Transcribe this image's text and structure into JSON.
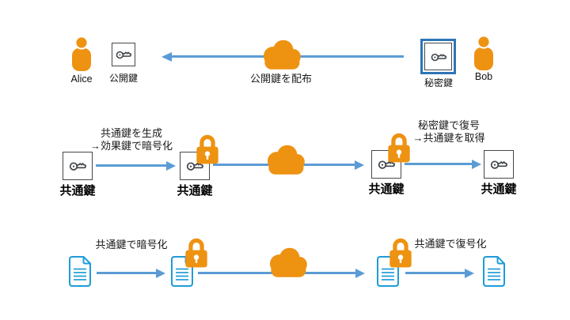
{
  "colors": {
    "orange": "#EE9211",
    "arrow_blue": "#5B9BD5",
    "document_blue": "#1F9CD8",
    "box_border": "#43484d",
    "highlight_border": "#2E75B6",
    "text": "#1a1a1a"
  },
  "row1": {
    "alice_label": "Alice",
    "public_key_label": "公開鍵",
    "cloud_caption": "公開鍵を配布",
    "private_key_label": "秘密鍵",
    "bob_label": "Bob"
  },
  "row2": {
    "key1_label": "共通鍵",
    "arrow_left_caption_line1": "共通鍵を生成",
    "arrow_left_caption_line2": "→効果鍵で暗号化",
    "key2_label": "共通鍵",
    "key3_label": "共通鍵",
    "arrow_right_caption_line1": "秘密鍵で復号",
    "arrow_right_caption_line2": "→共通鍵を取得",
    "key4_label": "共通鍵"
  },
  "row3": {
    "encrypt_caption": "共通鍵で暗号化",
    "decrypt_caption": "共通鍵で復号化"
  }
}
